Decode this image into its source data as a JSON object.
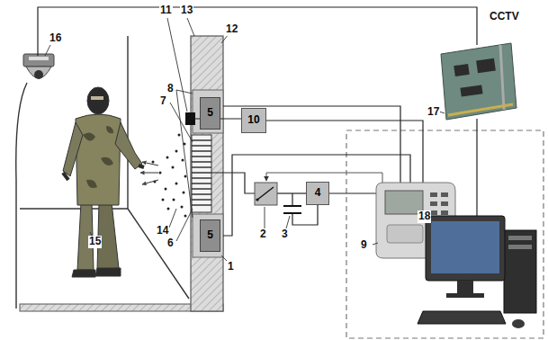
{
  "diagram": {
    "nodes": [
      {
        "text": [
          "5"
        ]
      },
      {
        "text": [
          "10"
        ]
      },
      {
        "text": [
          "4"
        ]
      },
      {
        "text": [
          "5"
        ]
      }
    ],
    "labels": [
      "CCTV",
      "11",
      "13",
      "12",
      "16",
      "8",
      "7",
      "14",
      "6",
      "1",
      "2",
      "3",
      "9",
      "15",
      "17",
      "18"
    ]
  }
}
